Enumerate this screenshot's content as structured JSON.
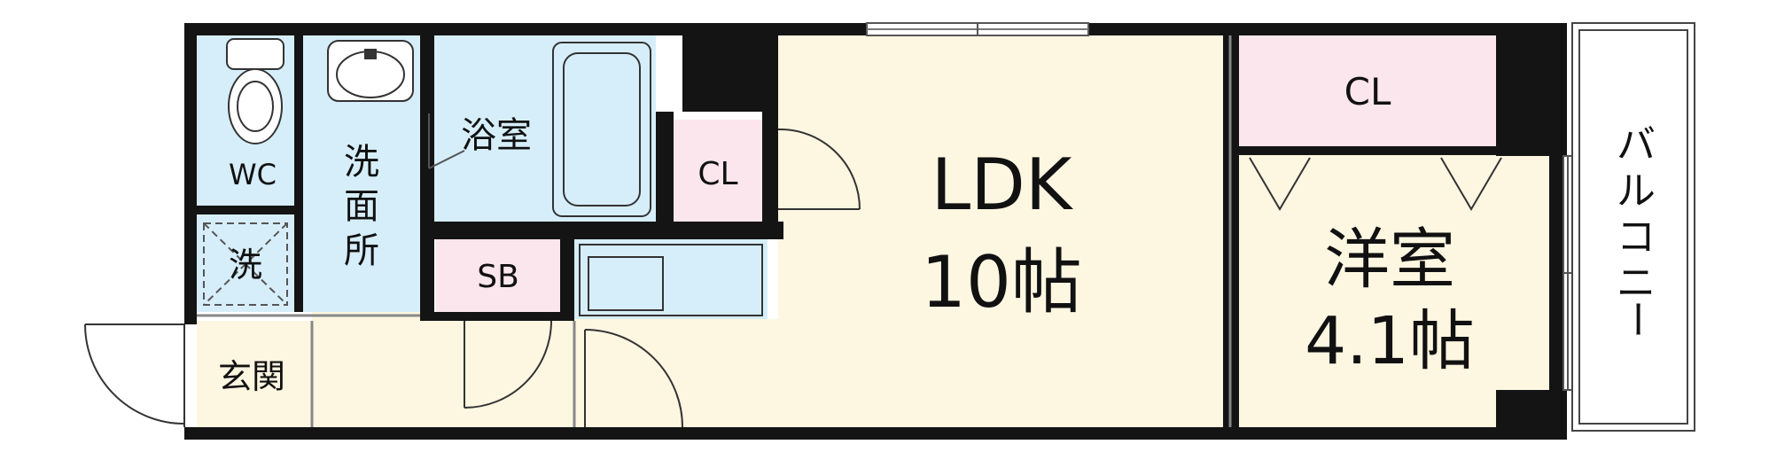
{
  "floorplan": {
    "rooms": {
      "wc": "WC",
      "washroom_chars": [
        "洗",
        "面",
        "所"
      ],
      "bath": "浴室",
      "laundry": "洗",
      "ldk_closet": "CL",
      "shoe_box": "SB",
      "entrance": "玄関",
      "ldk_name": "LDK",
      "ldk_size": "10帖",
      "bedroom_closet": "CL",
      "bedroom_name": "洋室",
      "bedroom_size": "4.1帖",
      "balcony_chars": [
        "バ",
        "ル",
        "コ",
        "ニ",
        "ー"
      ]
    },
    "colors": {
      "wet_area": "#d6eefa",
      "living": "#fdf6e1",
      "closet": "#fbe6ee",
      "wall": "#141414",
      "balcony": "#ffffff"
    }
  }
}
